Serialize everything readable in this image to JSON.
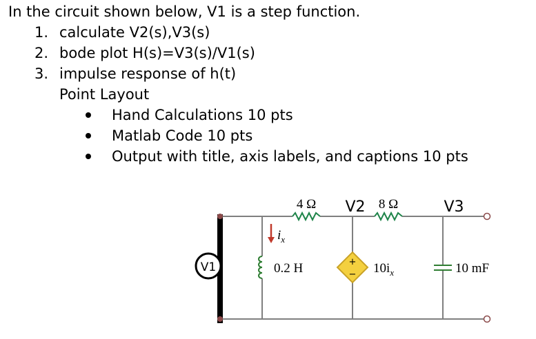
{
  "question": {
    "intro": "In the circuit shown below, V1 is a step function.",
    "tasks": [
      {
        "num": "1.",
        "text": "calculate V2(s),V3(s)"
      },
      {
        "num": "2.",
        "text": "bode plot H(s)=V3(s)/V1(s)"
      },
      {
        "num": "3.",
        "text": "impulse response of h(t)"
      }
    ],
    "points_heading": "Point Layout",
    "points": [
      "Hand Calculations 10 pts",
      "Matlab Code 10 pts",
      "Output with title, axis labels, and captions 10 pts"
    ]
  },
  "circuit": {
    "source_label": "V1",
    "r1_label": "4 Ω",
    "node_v2": "V2",
    "r2_label": "8 Ω",
    "node_v3": "V3",
    "current_label": "i",
    "current_sub": "x",
    "inductor_label": "0.2 H",
    "dep_source_label": "10i",
    "dep_source_sub": "x",
    "capacitor_label": "10 mF",
    "plus_sign": "+",
    "minus_sign": "−",
    "colors": {
      "wire": "#7f7f7f",
      "terminal": "#8b4a4a",
      "dep_fill": "#f4d03f",
      "dep_stroke": "#c9a227",
      "arrow": "#c0392b",
      "inductor": "#2e7d32",
      "resistor": "#1e8449",
      "capacitor": "#2e7d32"
    }
  }
}
